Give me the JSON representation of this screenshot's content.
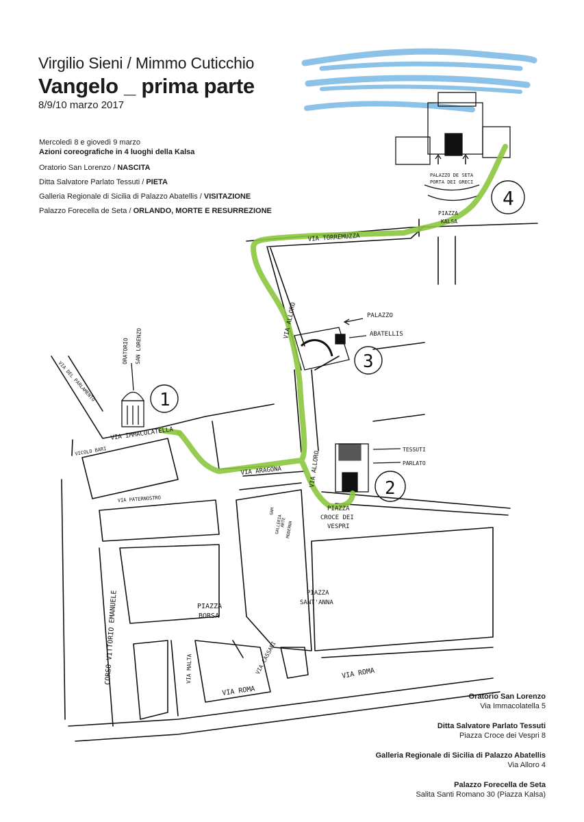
{
  "header": {
    "authors": "Virgilio Sieni / Mimmo Cuticchio",
    "title": "Vangelo _ prima parte",
    "dates": "8/9/10 marzo 2017"
  },
  "program": {
    "days": "Mercoledì 8 e giovedì 9 marzo",
    "subtitle": "Azioni coreografiche in 4 luoghi della Kalsa",
    "locations": [
      {
        "place": "Oratorio San Lorenzo / ",
        "action": "NASCITA"
      },
      {
        "place": "Ditta Salvatore Parlato Tessuti / ",
        "action": "PIETA"
      },
      {
        "place": "Galleria Regionale di Sicilia di Palazzo Abatellis / ",
        "action": "VISITAZIONE"
      },
      {
        "place": "Palazzo Forecella de Seta / ",
        "action": "ORLANDO, MORTE E RESURREZIONE"
      }
    ]
  },
  "map": {
    "route_color": "#8cc63f",
    "sky_color": "#79b8e3",
    "labels": {
      "via_torremuzza": "VIA TORREMUZZA",
      "via_alloro_top": "VIA ALLORO",
      "via_alloro_bottom": "VIA ALLORO",
      "via_aragona": "VIA ARAGONA",
      "via_immacolatella": "VIA IMMACOLATELLA",
      "vicolo_bari": "VICOLO BARI",
      "via_del_parlamento": "VIA DEL PARLAMENTO",
      "via_paternostro": "VIA PATERNOSTRO",
      "corso_vittorio_emanuele": "CORSO VITTORIO EMANUELE",
      "via_malta": "VIA MALTA",
      "via_cassari": "VIA CASSARI",
      "via_roma_left": "VIA ROMA",
      "via_roma_right": "VIA ROMA",
      "piazza_borsa_1": "PIAZZA",
      "piazza_borsa_2": "BORSA",
      "piazza_santanna_1": "PIAZZA",
      "piazza_santanna_2": "SANT'ANNA",
      "piazza_croce_1": "PIAZZA",
      "piazza_croce_2": "CROCE DEI",
      "piazza_croce_3": "VESPRI",
      "gam_1": "GAM",
      "gam_2": "GALLERIA",
      "gam_3": "ARTE",
      "gam_4": "MODERNA",
      "piazza_kalsa_1": "PIAZZA",
      "piazza_kalsa_2": "KALSA",
      "palazzo_de_seta": "PALAZZO DE SETA",
      "porta_dei_greci": "PORTA DEI GRECI",
      "palazzo": "PALAZZO",
      "abatellis": "ABATELLIS",
      "tessuti": "TESSUTI",
      "parlato": "PARLATO",
      "oratorio": "ORATORIO",
      "san_lorenzo": "SAN LORENZO"
    },
    "markers": [
      "1",
      "2",
      "3",
      "4"
    ]
  },
  "addresses": [
    {
      "name": "Oratorio San Lorenzo",
      "address": "Via Immacolatella 5"
    },
    {
      "name": "Ditta Salvatore Parlato Tessuti",
      "address": "Piazza Croce dei Vespri 8"
    },
    {
      "name": "Galleria Regionale di Sicilia di Palazzo Abatellis",
      "address": "Via Alloro 4"
    },
    {
      "name": "Palazzo Forecella de Seta",
      "address": "Salita Santi Romano 30 (Piazza Kalsa)"
    }
  ]
}
